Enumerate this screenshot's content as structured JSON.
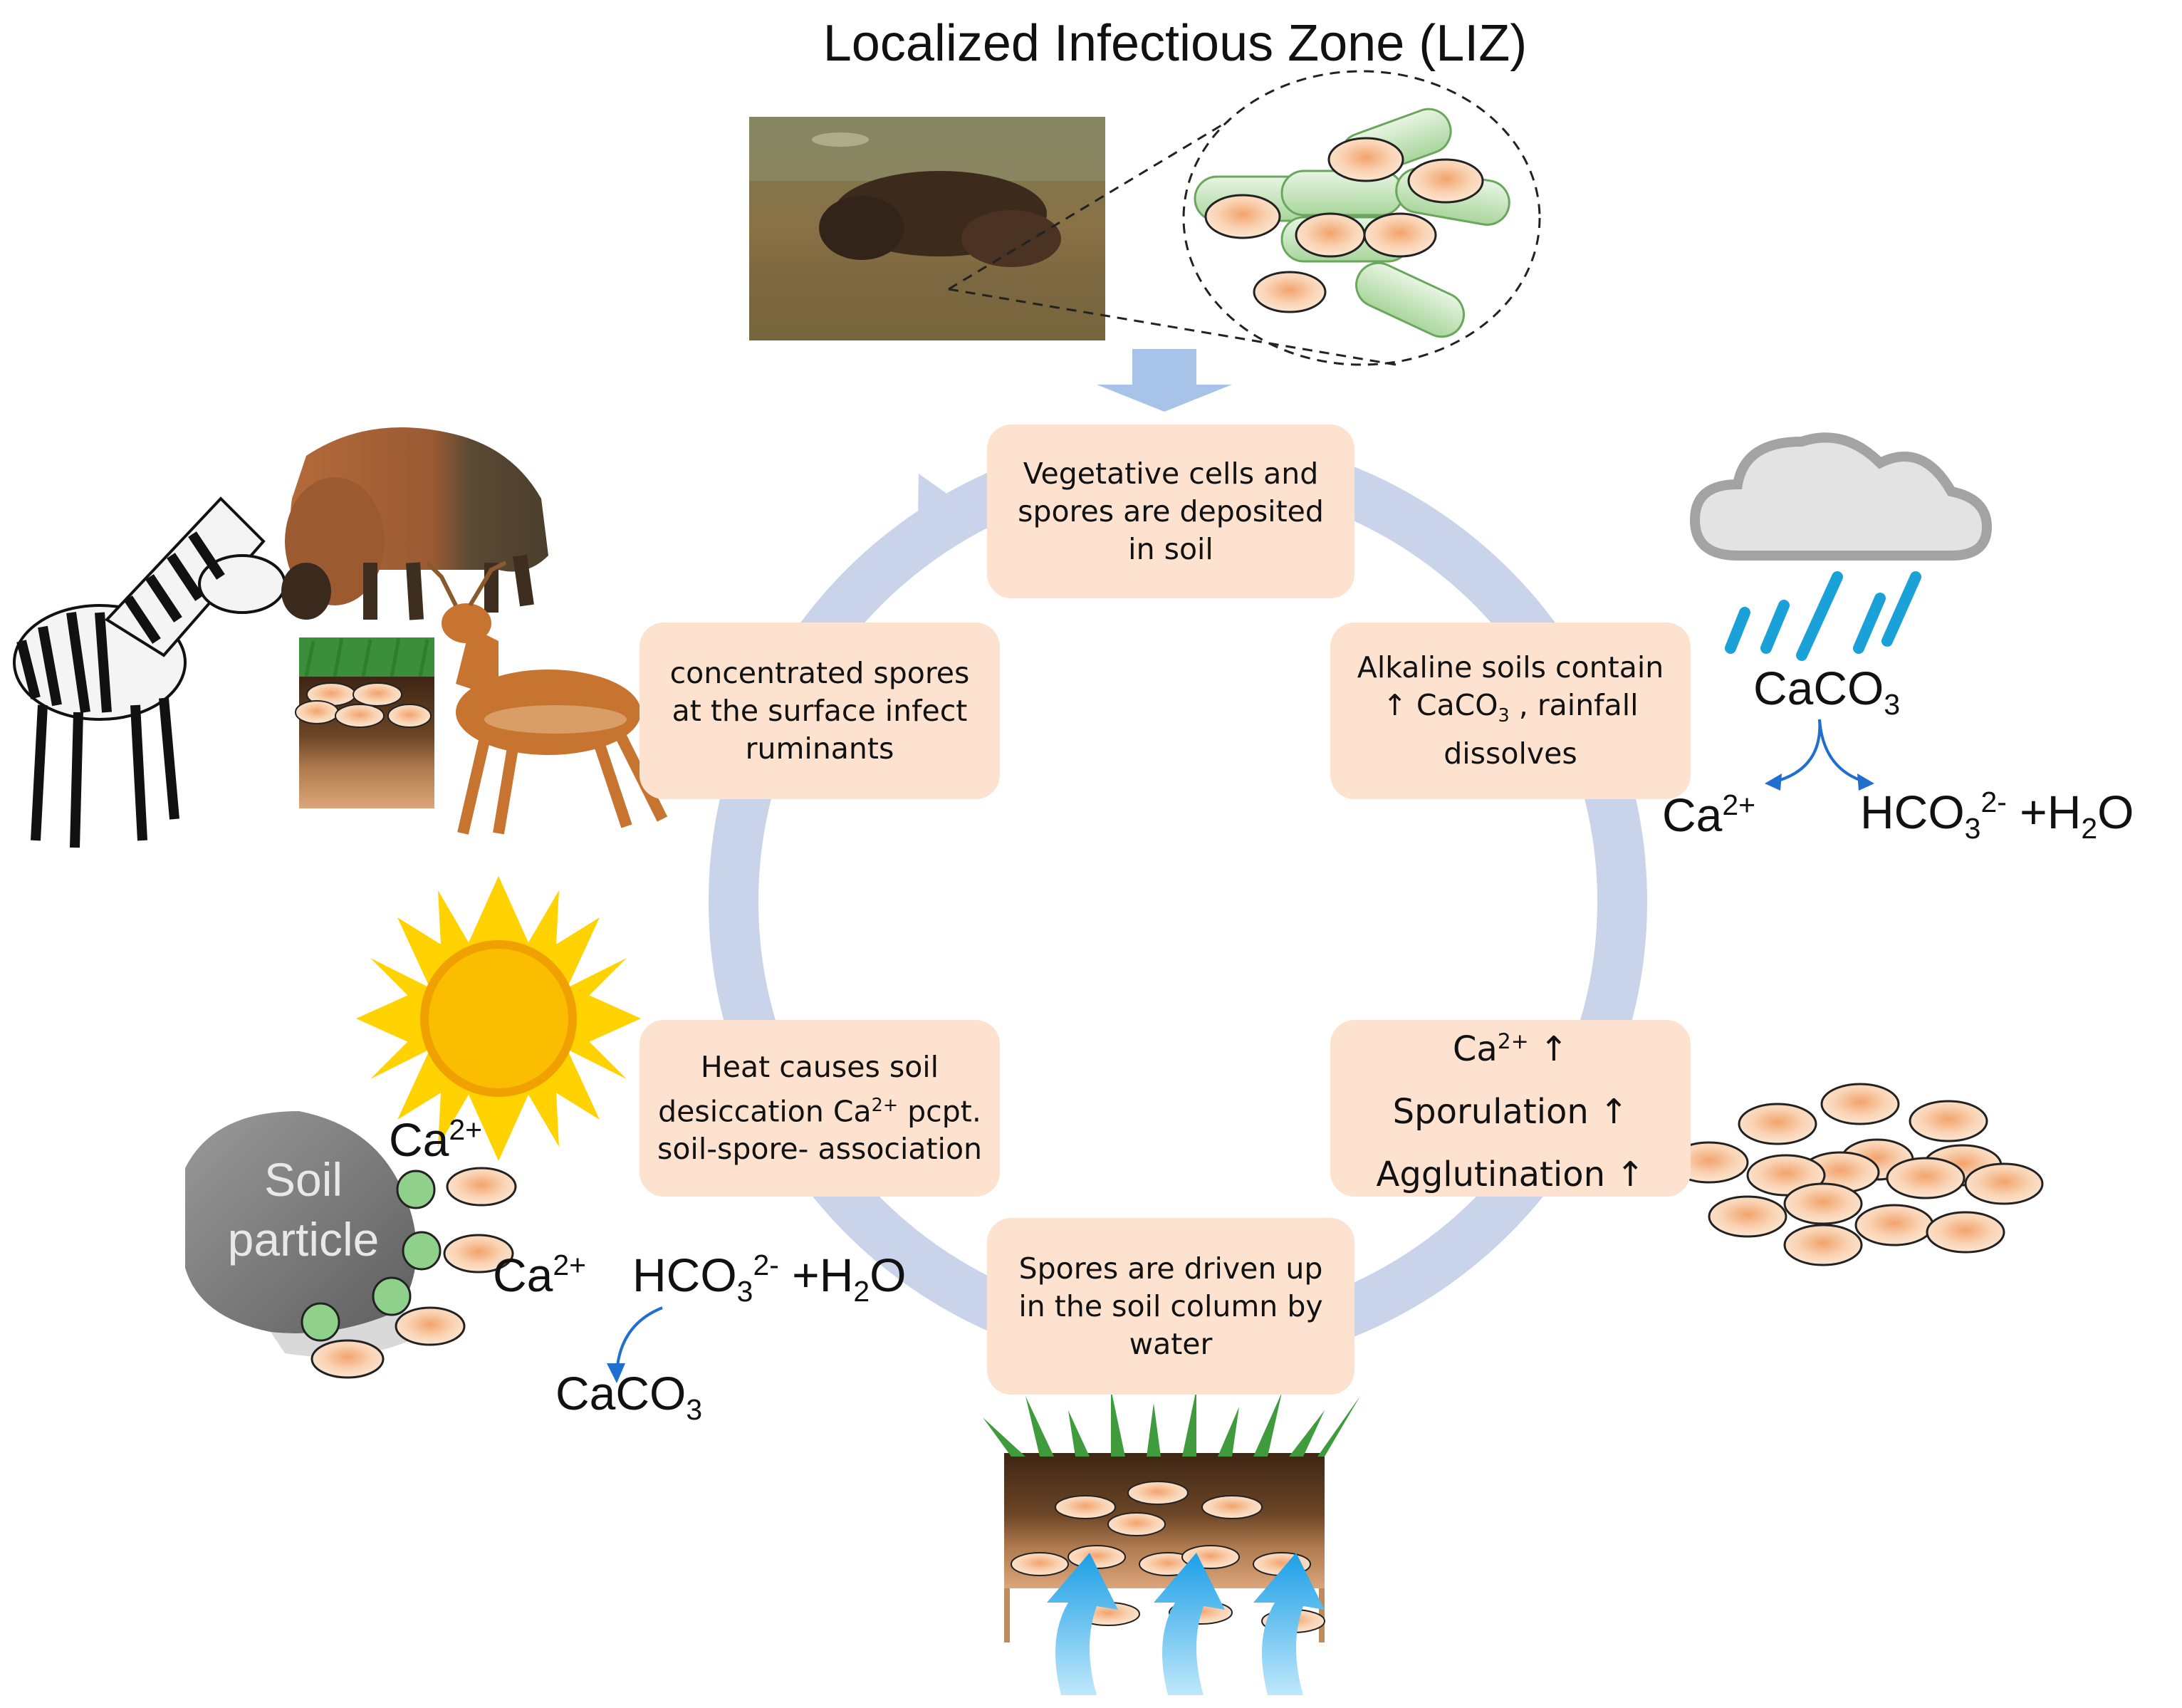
{
  "title": "Localized Infectious Zone (LIZ)",
  "boxes": {
    "top": [
      "Vegetative cells and",
      "spores are deposited",
      "in soil"
    ],
    "upper_left": [
      "concentrated spores",
      "at the surface infect",
      "ruminants"
    ],
    "upper_right": {
      "line1": "Alkaline soils contain",
      "line2_arrow": "↑",
      "line2_formula": "CaCO",
      "line2_sub": "3",
      "line2_rest": " , rainfall",
      "line3": "dissolves"
    },
    "lower_left": {
      "line1": "Heat causes soil",
      "line2_pre": "desiccation Ca",
      "line2_sup": "2+",
      "line2_post": " pcpt.",
      "line3": "soil-spore- association"
    },
    "lower_right": {
      "ca": "Ca",
      "ca_sup": "2+",
      "ca_arrow": " ↑",
      "sporulation": "Sporulation ↑",
      "agglutination": "Agglutination ↑"
    },
    "bottom": [
      "Spores are driven up",
      "in the soil column by",
      "water"
    ]
  },
  "rain_chem": {
    "caco3": "CaCO",
    "caco3_sub": "3",
    "ca": "Ca",
    "ca_sup": "2+",
    "hco3": "HCO",
    "hco3_sub": "3",
    "hco3_sup": "2-",
    "plus_h2o": " +H",
    "h2o_sub": "2",
    "h2o_o": "O"
  },
  "soil_chem": {
    "ca_top": "Ca",
    "ca_top_sup": "2+",
    "ca": "Ca",
    "ca_sup": "2+",
    "hco3": "HCO",
    "hco3_sub": "3",
    "hco3_sup": "2-",
    "plus_h2o": " +H",
    "h2o_sub": "2",
    "h2o_o": "O",
    "caco3": "CaCO",
    "caco3_sub": "3"
  },
  "soil_particle_label": [
    "Soil",
    "particle"
  ],
  "icons": [
    "bison-photo",
    "cells-magnified-icon",
    "zebra-icon",
    "bison-icon",
    "deer-icon",
    "soil-grass-icon",
    "sun-icon",
    "rain-cloud-icon",
    "rock-icon",
    "spore-cluster-icon",
    "water-arrows-icon"
  ],
  "colors": {
    "box_fill": "#fde2d0",
    "cycle_arrow": "#c9d3ea",
    "spore_fill": "#f6c49c",
    "vegetative_cell": "#bfe0b5",
    "chem_arrow": "#1e6fd0",
    "sun": "#ffd200",
    "cloud": "#b8b8b8",
    "rain": "#1aa2d8",
    "water_arrow": "#27a9e9",
    "calcium_bead": "#8fd08b"
  }
}
